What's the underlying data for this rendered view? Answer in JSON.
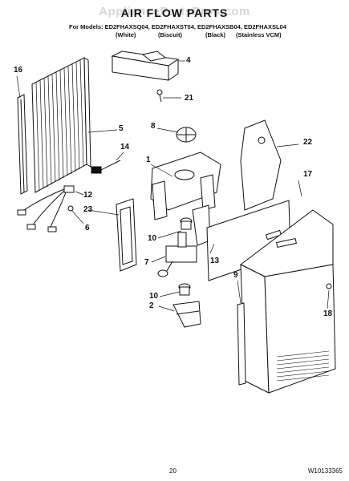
{
  "watermark": "AppliancePartsPros.com",
  "title": "AIR FLOW PARTS",
  "models_line": "For Models: ED2FHAXSQ04, ED2FHAXST04, ED2FHAXSB04, ED2FHAXSL04",
  "variants": [
    "(White)",
    "(Biscuit)",
    "(Black)",
    "(Stainless VCM)"
  ],
  "callouts": [
    "16",
    "4",
    "21",
    "5",
    "8",
    "22",
    "1",
    "14",
    "17",
    "12",
    "23",
    "6",
    "10",
    "7",
    "13",
    "9",
    "10",
    "2",
    "18"
  ],
  "footer": {
    "page": "20",
    "doc": "W10133365"
  }
}
